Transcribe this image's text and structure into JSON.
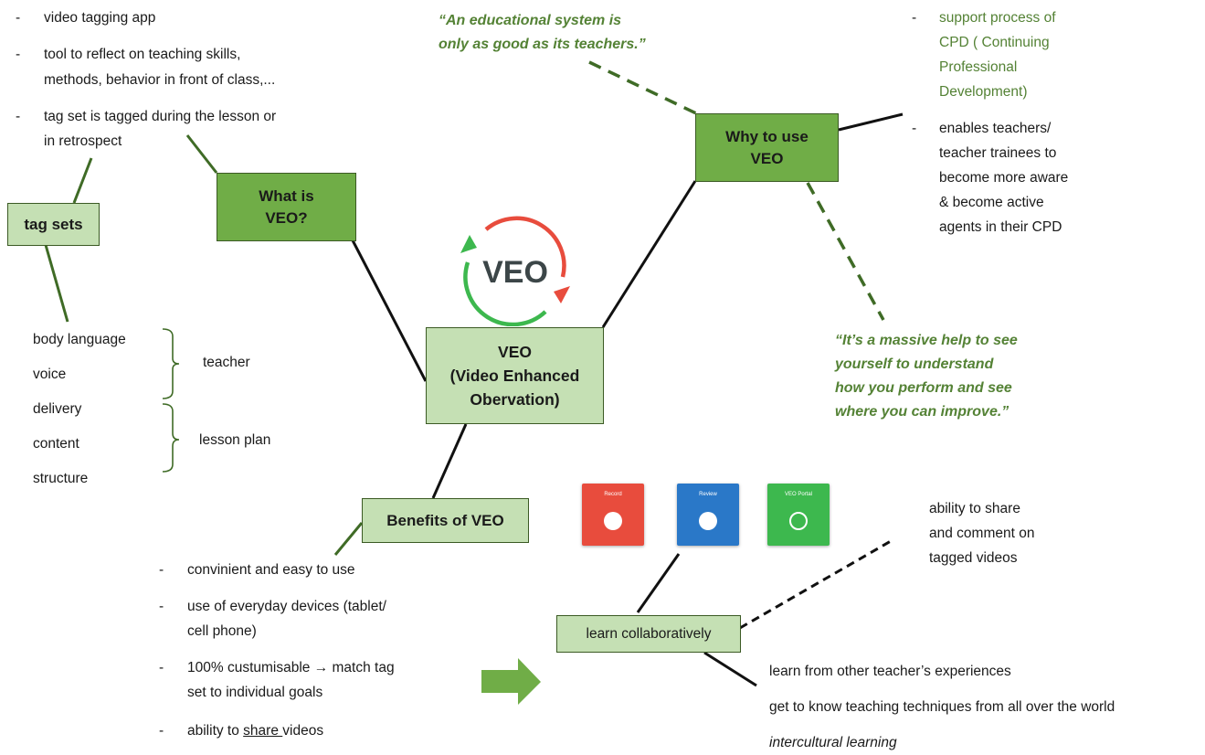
{
  "what_is": {
    "title": "What is\nVEO?",
    "bullets": [
      "video tagging app",
      "tool to reflect on teaching skills,",
      "methods, behavior in front of class,...",
      "tag set is tagged during the lesson or",
      "in retrospect"
    ]
  },
  "tag_sets": {
    "title": "tag sets",
    "items": [
      "body language",
      "voice",
      "delivery",
      "content",
      "structure"
    ],
    "groups": [
      "teacher",
      "lesson plan"
    ]
  },
  "center": {
    "title": "VEO\n(Video Enhanced\nObervation)",
    "logo_text": "VEO"
  },
  "why_use": {
    "title": "Why to use\nVEO",
    "bullets_green": [
      "support process of",
      "CPD ( Continuing",
      "Professional",
      "Development)"
    ],
    "bullets": [
      "enables teachers/",
      "teacher trainees to",
      "become more aware",
      "& become active",
      "agents in their CPD"
    ]
  },
  "quotes": {
    "top": "“An educational system is\nonly as good as its teachers.”",
    "right": "“It’s a massive help to see\nyourself to understand\nhow you perform and see\nwhere you can improve.”"
  },
  "benefits": {
    "title": "Benefits of VEO",
    "bullets": [
      "convinient and easy to use",
      "use of everyday devices (tablet/",
      "cell phone)",
      "100% custumisable → match tag",
      "set to individual goals"
    ],
    "last_prefix": "ability to ",
    "last_underlined": "share ",
    "last_suffix": "videos"
  },
  "app_icons": [
    {
      "label": "Record",
      "color": "#e84c3d"
    },
    {
      "label": "Review",
      "color": "#2a78c8"
    },
    {
      "label": "VEO Portal",
      "color": "#3db84e"
    }
  ],
  "collab": {
    "title": "learn collaboratively",
    "share": [
      "ability to share",
      "and comment on",
      "tagged videos"
    ],
    "learn": [
      "learn from other teacher’s experiences",
      "get to know teaching techniques from all over the world"
    ],
    "intercultural": "intercultural learning"
  },
  "colors": {
    "dark_box": "#70ad47",
    "light_box": "#c5e0b4",
    "quote_green": "#548235",
    "arrow_green": "#70ad47",
    "logo_red": "#e84c3d",
    "logo_green": "#3db84e"
  }
}
